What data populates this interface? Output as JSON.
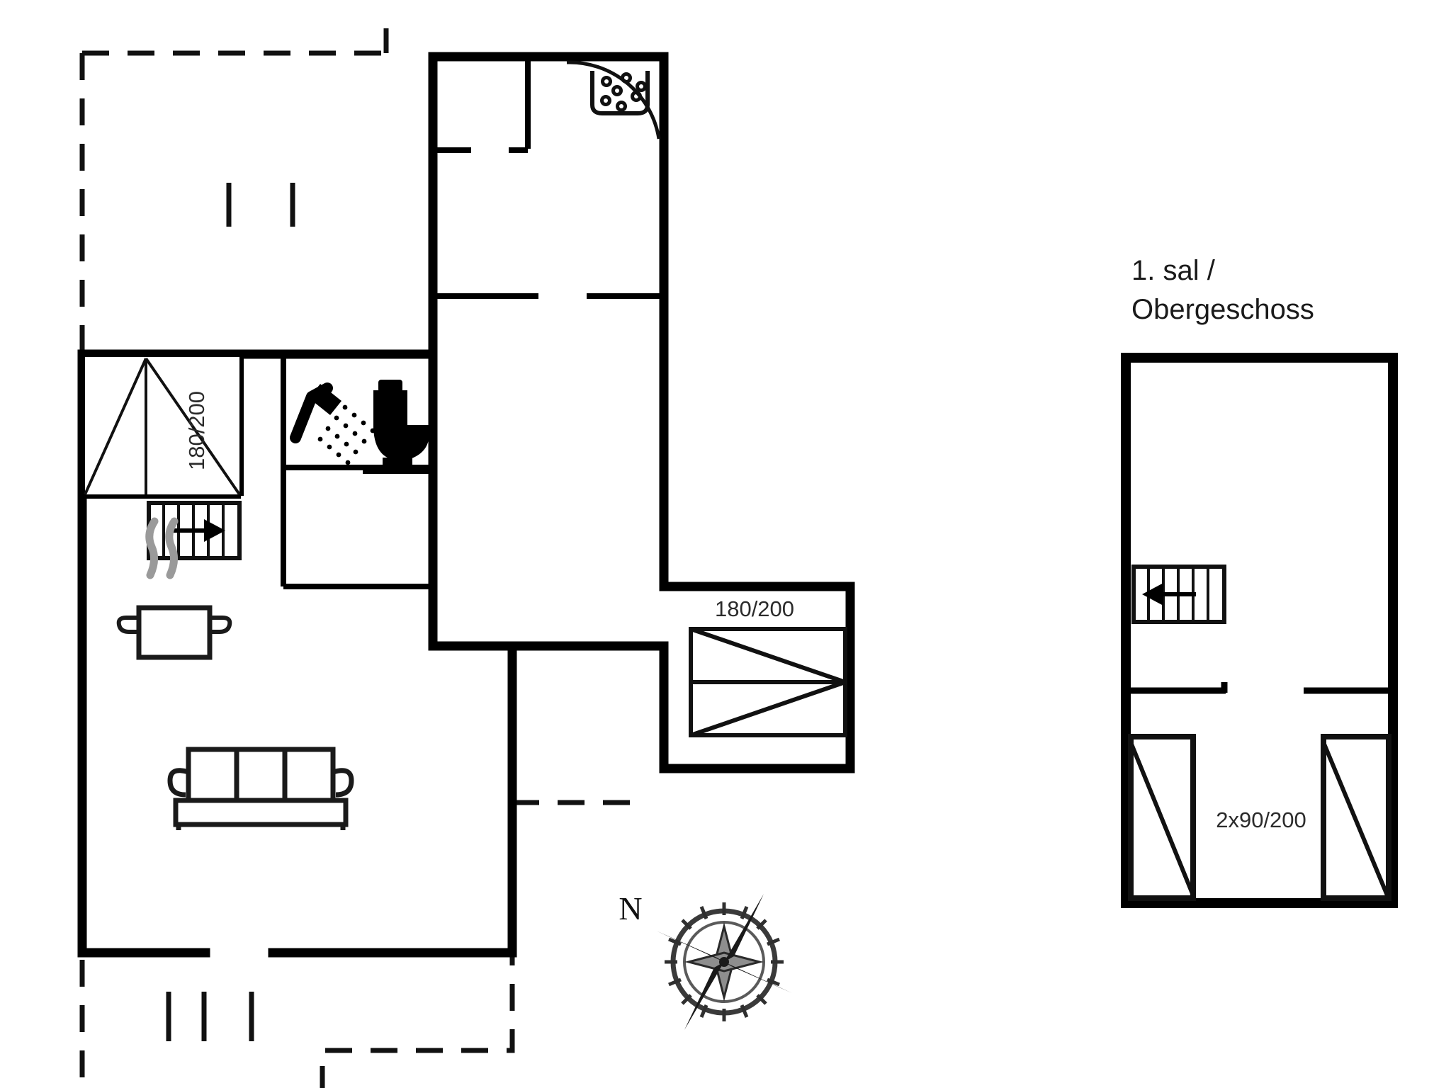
{
  "document": {
    "kind": "floor-plan-drawing",
    "background_color": "#ffffff",
    "line_color": "#000000",
    "accent_gray": "#9a9a9a"
  },
  "upper_floor": {
    "title_line1": "1. sal /",
    "title_line2": "Obergeschoss",
    "bed_label": "2x90/200",
    "stairs_direction_icon": "arrow-left-icon",
    "beds": [
      {
        "name": "single-bed-left",
        "label_shared": "2x90/200"
      },
      {
        "name": "single-bed-right",
        "label_shared": "2x90/200"
      }
    ]
  },
  "ground_floor": {
    "bedroom_left": {
      "bed_label": "180/200",
      "bed_label_orientation": "vertical"
    },
    "bedroom_right": {
      "bed_label": "180/200",
      "bed_label_orientation": "horizontal"
    },
    "bathroom": {
      "fixtures": [
        "shower-icon",
        "toilet-icon"
      ]
    },
    "utility": {
      "fixtures": [
        "washing-machine-icon"
      ],
      "door_swing": "quarter-arc"
    },
    "living": {
      "fixtures": [
        "sofa-icon"
      ]
    },
    "kitchen": {
      "fixtures": [
        "cooking-pot-icon"
      ]
    },
    "stairs_direction_icon": "arrow-right-icon",
    "terrace": {
      "style": "dashed-outline",
      "railing_marks": 6
    }
  },
  "compass": {
    "north_label": "N",
    "icon": "compass-rose-icon"
  }
}
